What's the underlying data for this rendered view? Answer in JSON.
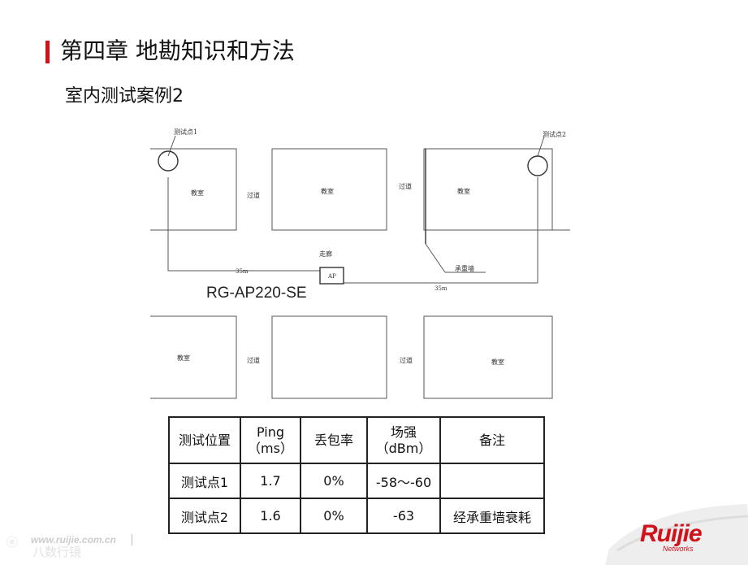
{
  "header": {
    "title": "第四章 地勘知识和方法",
    "subtitle": "室内测试案例2",
    "accent_color": "#d0121b"
  },
  "floorplan": {
    "test_point_1": "测试点1",
    "test_point_2": "测试点2",
    "classroom": "教室",
    "corridor": "过道",
    "hallway": "走廊",
    "ap_box": "AP",
    "distance_left": "35m",
    "distance_right": "35m",
    "load_bearing_wall": "承重墙",
    "ap_model": "RG-AP220-SE"
  },
  "table": {
    "headers": [
      {
        "line1": "测试位置",
        "line2": ""
      },
      {
        "line1": "Ping",
        "line2": "（ms）"
      },
      {
        "line1": "丢包率",
        "line2": ""
      },
      {
        "line1": "场强",
        "line2": "（dBm）"
      },
      {
        "line1": "备注",
        "line2": ""
      }
    ],
    "rows": [
      [
        "测试点1",
        "1.7",
        "0%",
        "-58～-60",
        ""
      ],
      [
        "测试点2",
        "1.6",
        "0%",
        "-63",
        "经承重墙衰耗"
      ]
    ]
  },
  "footer": {
    "url": "www.ruijie.com.cn",
    "mark": "",
    "watermark": "八数行镜"
  },
  "logo": {
    "text": "Ruijie",
    "sub": "Networks",
    "color": "#d0121b"
  }
}
